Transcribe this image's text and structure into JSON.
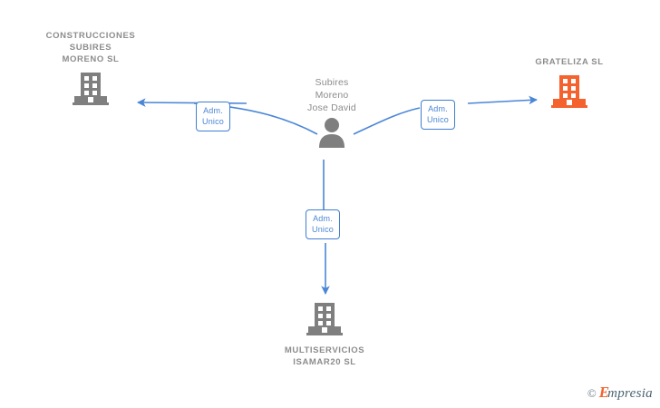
{
  "diagram": {
    "type": "relationship-graph",
    "background": "#ffffff",
    "colors": {
      "node_label": "#8c8c8c",
      "building_gray": "#7f7f7f",
      "building_orange": "#f4622e",
      "person_gray": "#7f7f7f",
      "edge_blue": "#4a86d6",
      "edge_label_border": "#3f7fd0",
      "edge_label_text": "#4a86d6"
    },
    "center_node": {
      "name": "person-subires-moreno-jose-david",
      "icon": "person-icon",
      "label": "Subires\nMoreno\nJose David",
      "color": "#7f7f7f"
    },
    "nodes": [
      {
        "name": "company-construcciones-subires-moreno-sl",
        "icon": "building-icon",
        "label": "CONSTRUCCIONES\nSUBIRES\nMORENO SL",
        "color": "#7f7f7f",
        "label_position": "above"
      },
      {
        "name": "company-grateliza-sl",
        "icon": "building-icon",
        "label": "GRATELIZA SL",
        "color": "#f4622e",
        "label_position": "above"
      },
      {
        "name": "company-multiservicios-isamar20-sl",
        "icon": "building-icon",
        "label": "MULTISERVICIOS\nISAMAR20 SL",
        "color": "#7f7f7f",
        "label_position": "below"
      }
    ],
    "edges": [
      {
        "name": "edge-to-construcciones",
        "from": "person-subires-moreno-jose-david",
        "to": "company-construcciones-subires-moreno-sl",
        "label": "Adm.\nUnico",
        "direction": "to-target"
      },
      {
        "name": "edge-to-grateliza",
        "from": "person-subires-moreno-jose-david",
        "to": "company-grateliza-sl",
        "label": "Adm.\nUnico",
        "direction": "to-target"
      },
      {
        "name": "edge-to-multiservicios",
        "from": "person-subires-moreno-jose-david",
        "to": "company-multiservicios-isamar20-sl",
        "label": "Adm.\nUnico",
        "direction": "to-target"
      }
    ]
  },
  "watermark": {
    "copyright": "©",
    "brand_first": "E",
    "brand_rest": "mpresia"
  }
}
